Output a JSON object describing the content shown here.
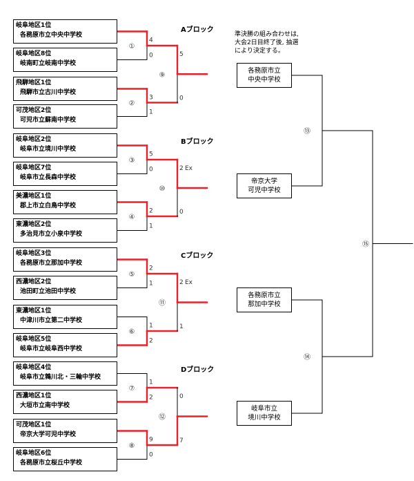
{
  "note": [
    "準決勝の組み合わせは,",
    "大会2日目終了後, 抽選",
    "により決定する。"
  ],
  "blocks": [
    "Aブロック",
    "Bブロック",
    "Cブロック",
    "Dブロック"
  ],
  "teams": [
    {
      "region": "岐阜地区1位",
      "school": "各務原市立中央中学校"
    },
    {
      "region": "岐阜地区8位",
      "school": "岐南町立岐南中学校"
    },
    {
      "region": "飛騨地区1位",
      "school": "飛騨市立古川中学校"
    },
    {
      "region": "可茂地区2位",
      "school": "可児市立蘇南中学校"
    },
    {
      "region": "岐阜地区2位",
      "school": "岐阜市立境川中学校"
    },
    {
      "region": "岐阜地区7位",
      "school": "岐阜市立長森中学校"
    },
    {
      "region": "美濃地区1位",
      "school": "郡上市立白鳥中学校"
    },
    {
      "region": "東濃地区2位",
      "school": "多治見市立小泉中学校"
    },
    {
      "region": "岐阜地区3位",
      "school": "各務原市立那加中学校"
    },
    {
      "region": "西濃地区2位",
      "school": "池田町立池田中学校"
    },
    {
      "region": "東濃地区1位",
      "school": "中津川市立第二中学校"
    },
    {
      "region": "岐阜地区5位",
      "school": "岐阜市立岐阜西中学校"
    },
    {
      "region": "岐阜地区4位",
      "school": "岐阜市立鶉川北・三輪中学校"
    },
    {
      "region": "西濃地区1位",
      "school": "大垣市立南中学校"
    },
    {
      "region": "可茂地区1位",
      "school": "帝京大学可児中学校"
    },
    {
      "region": "岐阜地区6位",
      "school": "各務原市立桜丘中学校"
    }
  ],
  "round1": [
    {
      "num": "①",
      "scores": [
        "4",
        "0"
      ],
      "winner": 0
    },
    {
      "num": "②",
      "scores": [
        "3",
        "1"
      ],
      "winner": 0
    },
    {
      "num": "③",
      "scores": [
        "5",
        "0"
      ],
      "winner": 0
    },
    {
      "num": "④",
      "scores": [
        "2",
        "1"
      ],
      "winner": 0
    },
    {
      "num": "⑤",
      "scores": [
        "2",
        "1"
      ],
      "winner": 0
    },
    {
      "num": "⑥",
      "scores": [
        "1",
        "2"
      ],
      "winner": 1
    },
    {
      "num": "⑦",
      "scores": [
        "1",
        "2"
      ],
      "winner": 1
    },
    {
      "num": "⑧",
      "scores": [
        "9",
        "0"
      ],
      "winner": 0
    }
  ],
  "round2": [
    {
      "num": "⑨",
      "scores": [
        "5",
        "0"
      ],
      "winner": 0,
      "extra": ""
    },
    {
      "num": "⑩",
      "scores": [
        "2",
        "0"
      ],
      "winner": 0,
      "extra": "Ex"
    },
    {
      "num": "⑪",
      "scores": [
        "2",
        "1"
      ],
      "winner": 0,
      "extra": "Ex"
    },
    {
      "num": "⑫",
      "scores": [
        "0",
        "7"
      ],
      "winner": 1,
      "extra": ""
    }
  ],
  "semifinalists": [
    [
      "各務原市立",
      "中央中学校"
    ],
    [
      "帝京大学",
      "可児中学校"
    ],
    [
      "各務原市立",
      "那加中学校"
    ],
    [
      "岐阜市立",
      "境川中学校"
    ]
  ],
  "semis": [
    "⑬",
    "⑭"
  ],
  "final": "⑮",
  "colors": {
    "win": "#e8202a",
    "line": "#000000"
  }
}
